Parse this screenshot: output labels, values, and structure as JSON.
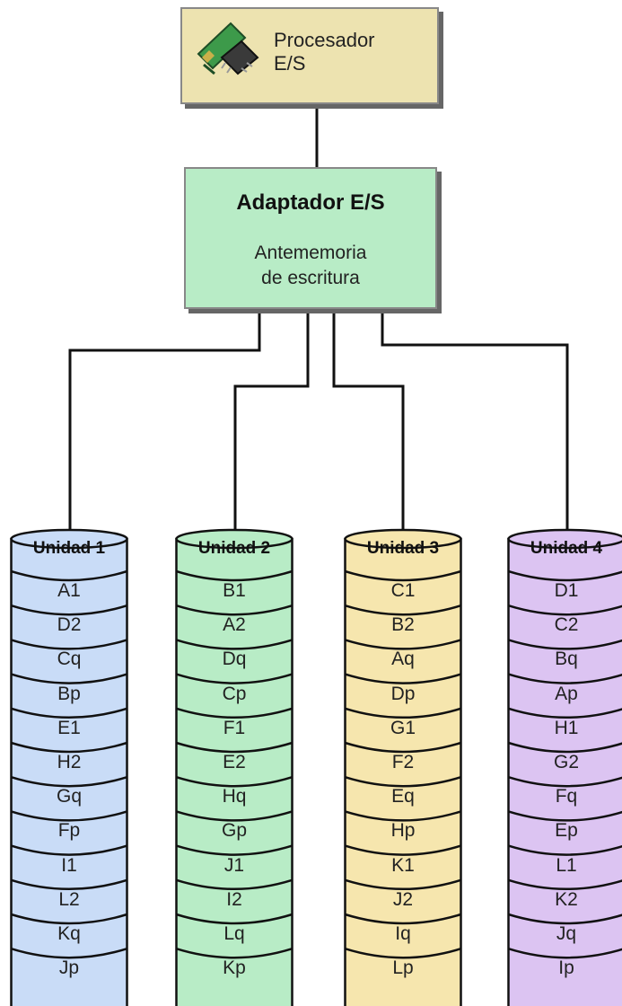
{
  "processor": {
    "label": "Procesador\nE/S",
    "icon": "io-processor-card-icon"
  },
  "adapter": {
    "title": "Adaptador E/S",
    "subtitle": "Antememoria\nde escritura"
  },
  "colors": {
    "processor_fill": "#ede3b0",
    "adapter_fill": "#b8ecc6",
    "unit1": "#c9dcf7",
    "unit2": "#b8ecc6",
    "unit3": "#f6e6ae",
    "unit4": "#dcc4f2"
  },
  "units": [
    {
      "title": "Unidad 1",
      "color": "#c9dcf7",
      "slots": [
        "A1",
        "D2",
        "Cq",
        "Bp",
        "E1",
        "H2",
        "Gq",
        "Fp",
        "I1",
        "L2",
        "Kq",
        "Jp"
      ]
    },
    {
      "title": "Unidad 2",
      "color": "#b8ecc6",
      "slots": [
        "B1",
        "A2",
        "Dq",
        "Cp",
        "F1",
        "E2",
        "Hq",
        "Gp",
        "J1",
        "I2",
        "Lq",
        "Kp"
      ]
    },
    {
      "title": "Unidad 3",
      "color": "#f6e6ae",
      "slots": [
        "C1",
        "B2",
        "Aq",
        "Dp",
        "G1",
        "F2",
        "Eq",
        "Hp",
        "K1",
        "J2",
        "Iq",
        "Lp"
      ]
    },
    {
      "title": "Unidad 4",
      "color": "#dcc4f2",
      "slots": [
        "D1",
        "C2",
        "Bq",
        "Ap",
        "H1",
        "G2",
        "Fq",
        "Ep",
        "L1",
        "K2",
        "Jq",
        "Ip"
      ]
    }
  ]
}
